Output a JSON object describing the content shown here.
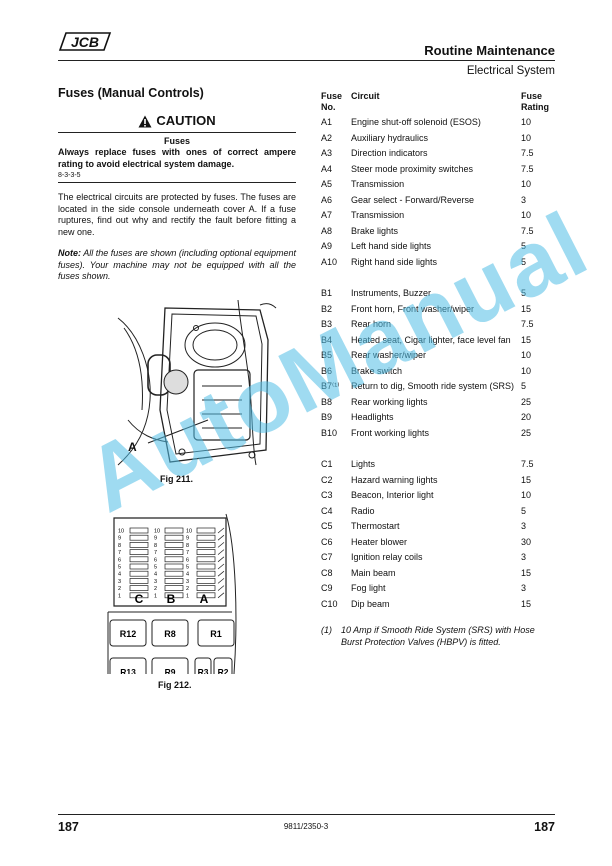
{
  "header": {
    "title": "Routine Maintenance",
    "subtitle": "Electrical System"
  },
  "logo": {
    "text": "JCB",
    "color": "#111111"
  },
  "section": {
    "title": "Fuses (Manual Controls)",
    "caution_title": "CAUTION",
    "caution_subtitle": "Fuses",
    "warning": "Always replace fuses with ones of correct ampere rating to avoid electrical system damage.",
    "ref": "8-3-3-5",
    "para1": "The electrical circuits are protected by fuses. The fuses are located in the side console underneath cover A. If a fuse ruptures, find out why and rectify the fault before fitting a new one.",
    "note_label": "Note:",
    "note_text": " All the fuses are shown (including optional equipment fuses). Your machine may not be equipped with all the fuses shown."
  },
  "fig211": {
    "caption": "Fig 211.",
    "label_a": "A"
  },
  "fig212": {
    "caption": "Fig 212.",
    "numbers": [
      "10",
      "9",
      "8",
      "7",
      "6",
      "5",
      "4",
      "3",
      "2",
      "1"
    ],
    "columns": [
      "C",
      "B",
      "A"
    ],
    "relays_top": [
      "R12",
      "R8",
      "R1"
    ],
    "relays_bottom": [
      "R13",
      "R9",
      "R3",
      "R2"
    ]
  },
  "table": {
    "headers": {
      "no1": "Fuse",
      "no2": "No.",
      "circuit": "Circuit",
      "rate1": "Fuse",
      "rate2": "Rating"
    },
    "groups": [
      [
        {
          "no": "A1",
          "circuit": "Engine shut-off solenoid (ESOS)",
          "rating": "10"
        },
        {
          "no": "A2",
          "circuit": "Auxiliary hydraulics",
          "rating": "10"
        },
        {
          "no": "A3",
          "circuit": "Direction indicators",
          "rating": "7.5"
        },
        {
          "no": "A4",
          "circuit": "Steer mode proximity switches",
          "rating": "7.5"
        },
        {
          "no": "A5",
          "circuit": "Transmission",
          "rating": "10"
        },
        {
          "no": "A6",
          "circuit": "Gear select - Forward/Reverse",
          "rating": "3"
        },
        {
          "no": "A7",
          "circuit": "Transmission",
          "rating": "10"
        },
        {
          "no": "A8",
          "circuit": "Brake lights",
          "rating": "7.5"
        },
        {
          "no": "A9",
          "circuit": "Left hand side lights",
          "rating": "5"
        },
        {
          "no": "A10",
          "circuit": "Right hand side lights",
          "rating": "5"
        }
      ],
      [
        {
          "no": "B1",
          "circuit": "Instruments, Buzzer",
          "rating": "5"
        },
        {
          "no": "B2",
          "circuit": "Front horn, Front washer/wiper",
          "rating": "15"
        },
        {
          "no": "B3",
          "circuit": "Rear horn",
          "rating": "7.5"
        },
        {
          "no": "B4",
          "circuit": "Heated seat, Cigar lighter, face level fan",
          "rating": "15"
        },
        {
          "no": "B5",
          "circuit": "Rear washer/wiper",
          "rating": "10"
        },
        {
          "no": "B6",
          "circuit": "Brake switch",
          "rating": "10"
        },
        {
          "no": "B7⁽¹⁾",
          "circuit": "Return to dig, Smooth ride system (SRS)",
          "rating": "5"
        },
        {
          "no": "B8",
          "circuit": "Rear working lights",
          "rating": "25"
        },
        {
          "no": "B9",
          "circuit": "Headlights",
          "rating": "20"
        },
        {
          "no": "B10",
          "circuit": "Front working lights",
          "rating": "25"
        }
      ],
      [
        {
          "no": "C1",
          "circuit": "Lights",
          "rating": "7.5"
        },
        {
          "no": "C2",
          "circuit": "Hazard warning lights",
          "rating": "15"
        },
        {
          "no": "C3",
          "circuit": "Beacon, Interior light",
          "rating": "10"
        },
        {
          "no": "C4",
          "circuit": "Radio",
          "rating": "5"
        },
        {
          "no": "C5",
          "circuit": "Thermostart",
          "rating": "3"
        },
        {
          "no": "C6",
          "circuit": "Heater blower",
          "rating": "30"
        },
        {
          "no": "C7",
          "circuit": "Ignition relay coils",
          "rating": "3"
        },
        {
          "no": "C8",
          "circuit": "Main beam",
          "rating": "15"
        },
        {
          "no": "C9",
          "circuit": "Fog light",
          "rating": "3"
        },
        {
          "no": "C10",
          "circuit": "Dip beam",
          "rating": "15"
        }
      ]
    ]
  },
  "footnote": {
    "marker": "(1)",
    "text": "10 Amp if Smooth Ride System (SRS) with Hose Burst Protection Valves (HBPV) is fitted."
  },
  "footer": {
    "page_left": "187",
    "doc_ref": "9811/2350-3",
    "page_right": "187"
  },
  "watermark": {
    "text": "AutoManual",
    "color": "#50bee6"
  }
}
